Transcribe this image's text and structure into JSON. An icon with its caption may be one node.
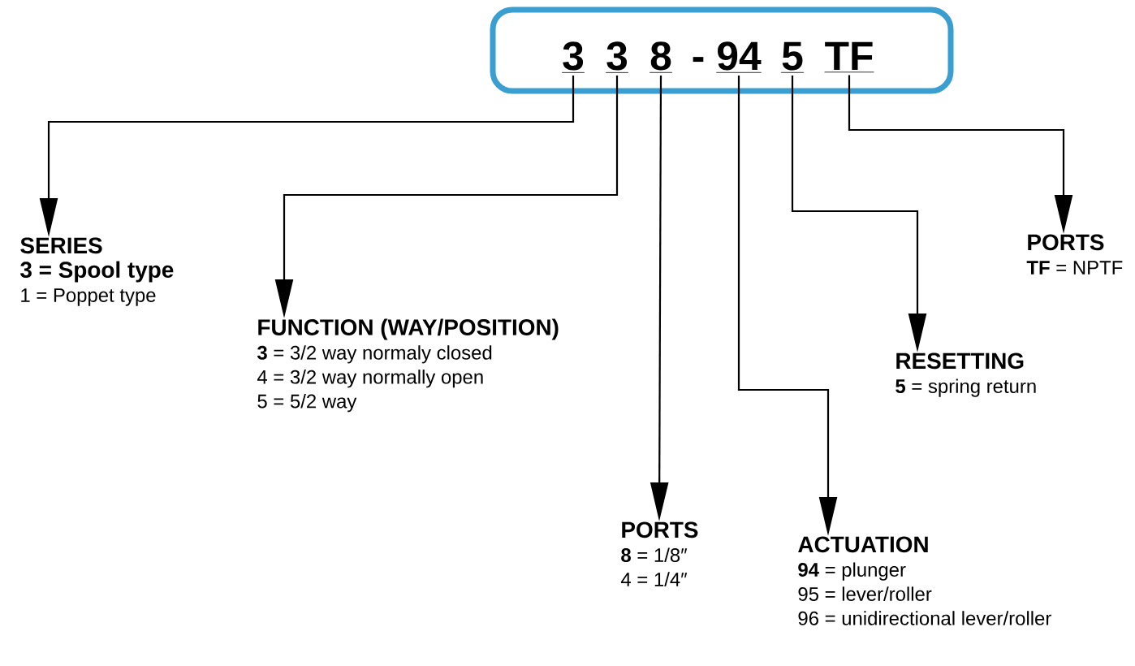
{
  "diagram": {
    "nodes": [
      {
        "text": [],
        "shape": "box"
      },
      {
        "text": [
          "3"
        ],
        "in": 0
      },
      {
        "text": [
          "3"
        ],
        "in": 0
      },
      {
        "text": [
          "8"
        ],
        "in": 0
      },
      {
        "text": [
          "94"
        ],
        "in": 0
      },
      {
        "text": [
          "5"
        ],
        "in": 0
      },
      {
        "text": [
          "TF"
        ],
        "in": 0
      },
      {
        "text": [
          "SERIES",
          "3 = Spool type",
          "1 = Poppet type"
        ]
      },
      {
        "text": [
          "FUNCTION (WAY/POSITION)",
          "**3** = 3/2 way normaly closed",
          "4 = 3/2 way normally open",
          "5 = 5/2 way"
        ]
      },
      {
        "text": [
          "PORTS",
          "**8** = 1/8″",
          "4 = 1/4″"
        ]
      },
      {
        "text": [
          "ACTUATION",
          "**94** = plunger",
          "95 = lever/roller",
          "96 = unidirectional lever/roller"
        ]
      },
      {
        "text": [
          "RESETTING",
          "**5** = spring return"
        ]
      },
      {
        "text": [
          "PORTS",
          "**TF** = NPTF"
        ]
      }
    ],
    "edges": [
      {
        "from": 1,
        "to": 7,
        "arrow": "to"
      },
      {
        "from": 2,
        "to": 8,
        "arrow": "to"
      },
      {
        "from": 3,
        "to": 9,
        "arrow": "to"
      },
      {
        "from": 4,
        "to": 10,
        "arrow": "to"
      },
      {
        "from": 5,
        "to": 11,
        "arrow": "to"
      },
      {
        "from": 6,
        "to": 12,
        "arrow": "to"
      }
    ],
    "labels": [
      "-"
    ]
  }
}
